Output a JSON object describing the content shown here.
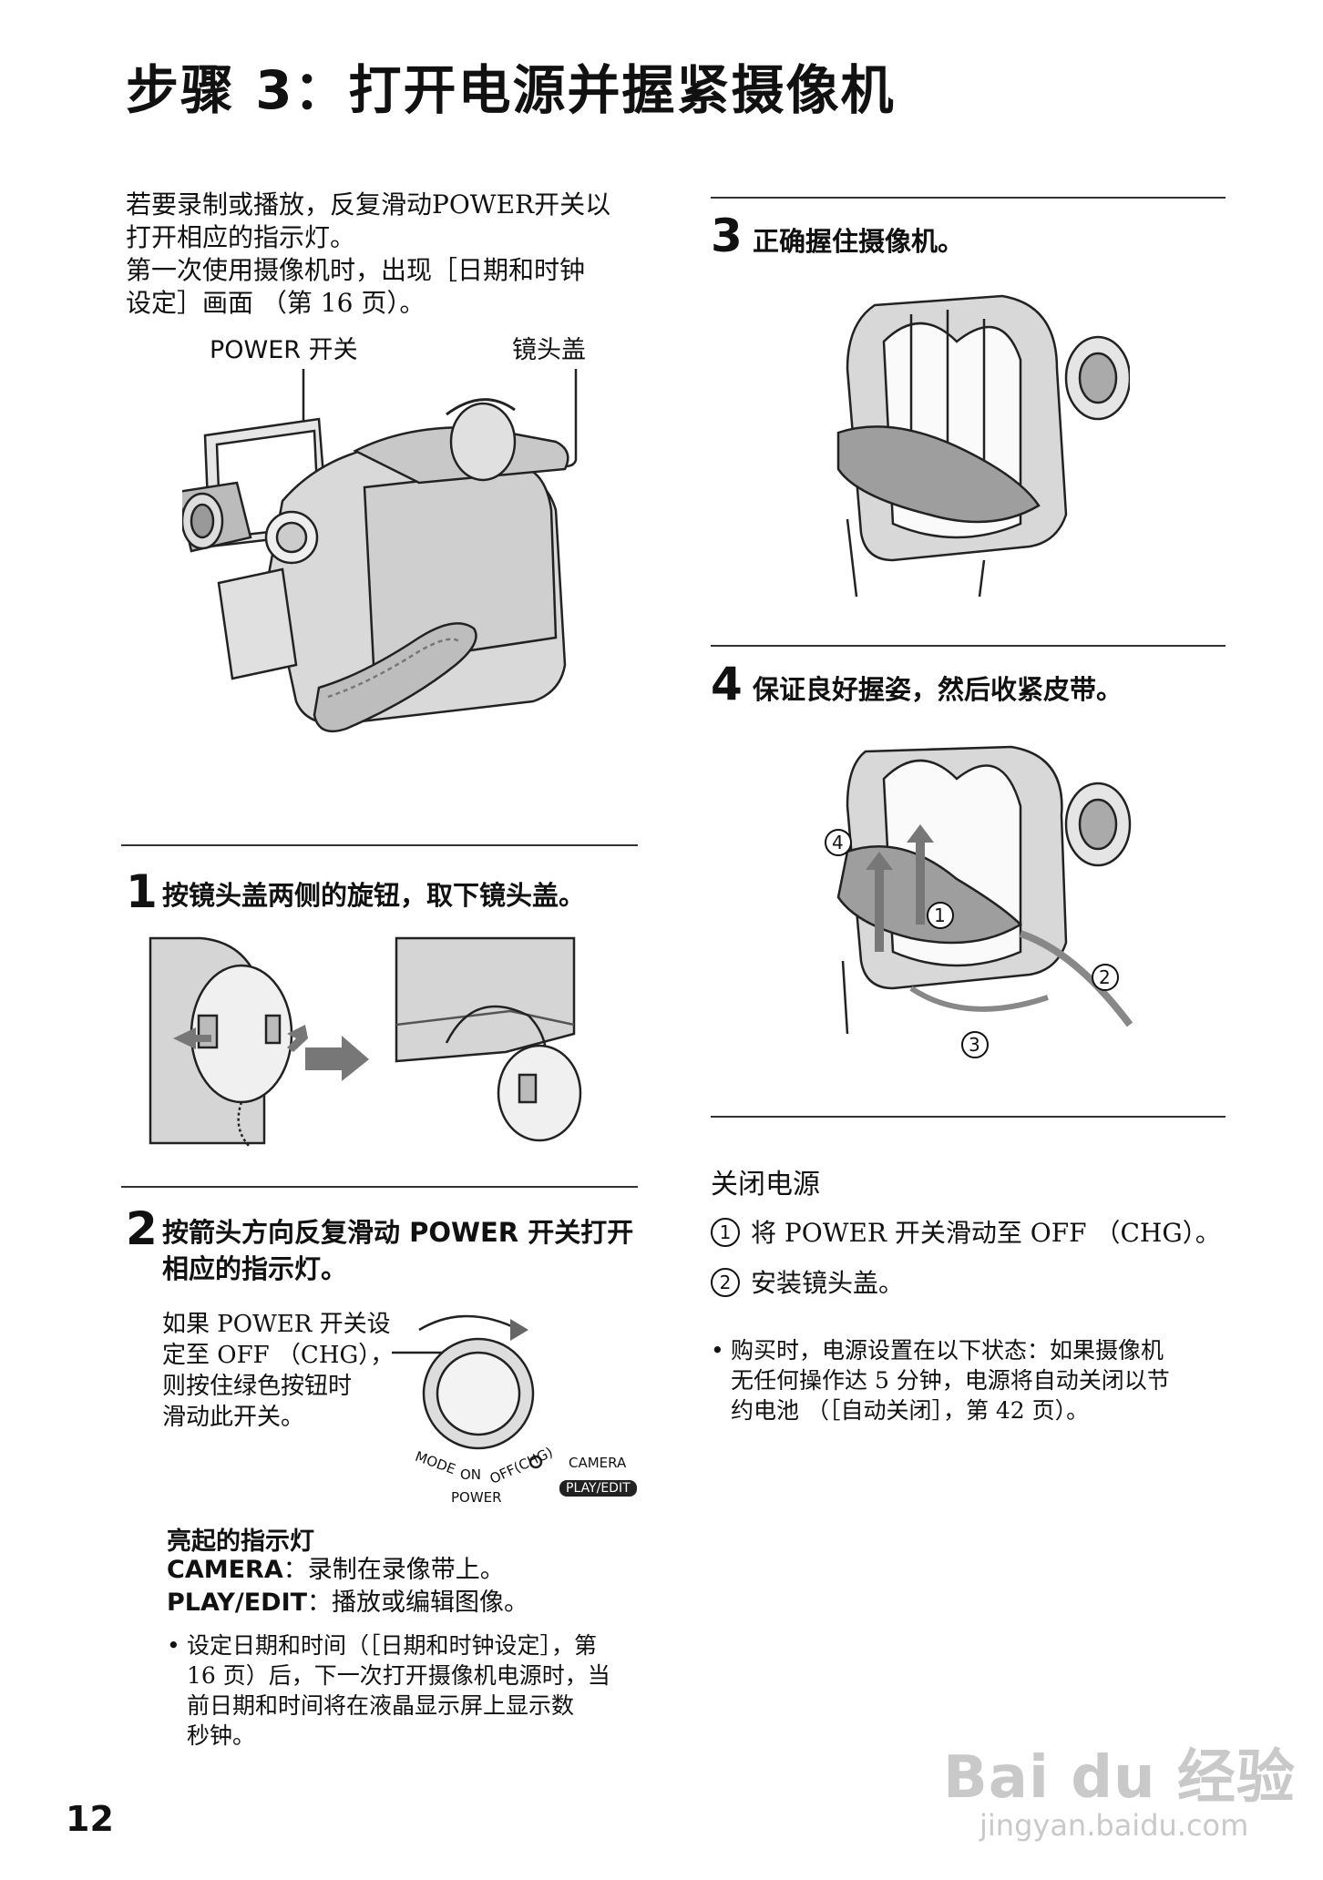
{
  "page_title": "步骤 3：打开电源并握紧摄像机",
  "intro": {
    "line1": "若要录制或播放，反复滑动POWER开关以",
    "line2": "打开相应的指示灯。",
    "line3": "第一次使用摄像机时，出现［日期和时钟",
    "line4": "设定］画面 （第 16 页）。"
  },
  "figure_main": {
    "label_power": "POWER 开关",
    "label_lens_cap": "镜头盖"
  },
  "step1": {
    "num": "1",
    "text": "按镜头盖两侧的旋钮，取下镜头盖。"
  },
  "step2": {
    "num": "2",
    "text_line1": "按箭头方向反复滑动 POWER 开关打开",
    "text_line2": "相应的指示灯。",
    "note_line1": "如果 POWER 开关设",
    "note_line2": "定至 OFF （CHG），",
    "note_line3": "则按住绿色按钮时",
    "note_line4": "滑动此开关。",
    "dial_mode": "MODE",
    "dial_on": "ON",
    "dial_off": "OFF(CHG)",
    "dial_power": "POWER",
    "dial_camera": "CAMERA",
    "dial_playedit": "PLAY/EDIT"
  },
  "lamps": {
    "heading": "亮起的指示灯",
    "camera_label": "CAMERA",
    "camera_desc": "：录制在录像带上。",
    "playedit_label": "PLAY/EDIT",
    "playedit_desc": "：播放或编辑图像。",
    "bullet_line1": "设定日期和时间（［日期和时钟设定］，第",
    "bullet_line2": "16 页）后，下一次打开摄像机电源时，当",
    "bullet_line3": "前日期和时间将在液晶显示屏上显示数",
    "bullet_line4": "秒钟。"
  },
  "step3": {
    "num": "3",
    "text": "正确握住摄像机。"
  },
  "step4": {
    "num": "4",
    "text": "保证良好握姿，然后收紧皮带。",
    "marks": [
      "1",
      "2",
      "3",
      "4"
    ]
  },
  "power_off": {
    "heading": "关闭电源",
    "item1_num": "1",
    "item1": "将 POWER 开关滑动至 OFF （CHG）。",
    "item2_num": "2",
    "item2": "安装镜头盖。",
    "bullet_line1": "购买时，电源设置在以下状态：如果摄像机",
    "bullet_line2": "无任何操作达 5 分钟，电源将自动关闭以节",
    "bullet_line3": "约电池 （［自动关闭］，第 42 页）。"
  },
  "page_number": "12",
  "watermark": {
    "brand": "Bai du 经验",
    "url": "jingyan.baidu.com"
  }
}
